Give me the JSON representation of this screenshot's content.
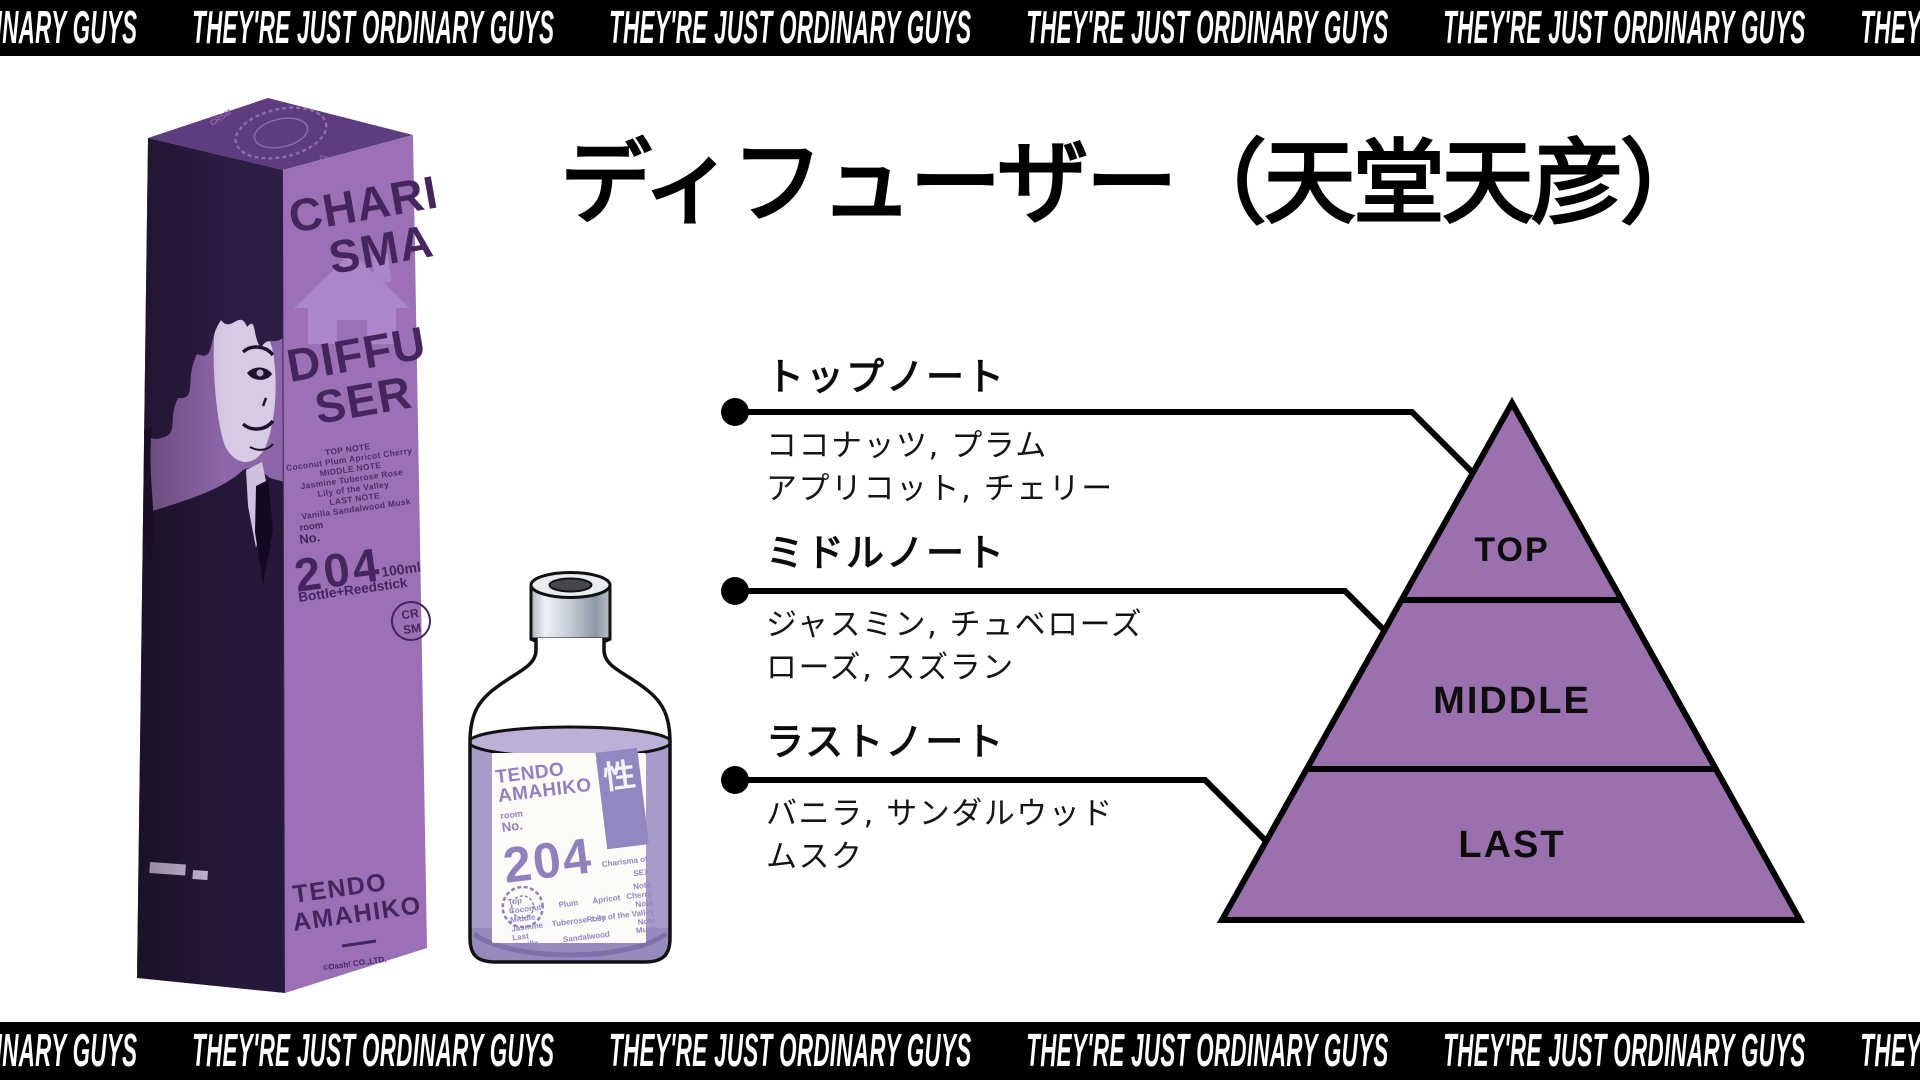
{
  "banner": {
    "text": "THEY'RE JUST ORDINARY GUYS"
  },
  "title": {
    "text": "ディフューザー（天堂天彦）"
  },
  "fragrance_notes": [
    {
      "heading": "トップノート",
      "line1": "ココナッツ, プラム",
      "line2": "アプリコット, チェリー",
      "pyramid_label": "TOP"
    },
    {
      "heading": "ミドルノート",
      "line1": "ジャスミン, チュベローズ",
      "line2": "ローズ, スズラン",
      "pyramid_label": "MIDDLE"
    },
    {
      "heading": "ラストノート",
      "line1": "バニラ, サンダルウッド",
      "line2": "ムスク",
      "pyramid_label": "LAST"
    }
  ],
  "pyramid": {
    "labels": [
      "TOP",
      "MIDDLE",
      "LAST"
    ],
    "fill_color": "#9b70af"
  },
  "box": {
    "top_owner": "TENDO AMAHIKO",
    "top_code": "CRSM",
    "brand_line1": "CHARI",
    "brand_line2": "SMA",
    "product_line1": "DIFFU",
    "product_line2": "SER",
    "note_lines": [
      "TOP NOTE",
      "Coconut Plum Apricot Cherry",
      "MIDDLE NOTE",
      "Jasmine Tuberose Rose",
      "Lily of the Valley",
      "LAST NOTE",
      "Vanilla Sandalwood Musk"
    ],
    "room_label": "room",
    "no_label": "No.",
    "room_number": "204",
    "volume": "100ml",
    "contents": "Bottle+Reedstick",
    "badge_line1": "CR",
    "badge_line2": "SM",
    "owner_line1": "TENDO",
    "owner_line2": "AMAHIKO",
    "copyright": "©Dash! CO.,LTD."
  },
  "bottle": {
    "label": {
      "owner_line1": "TENDO",
      "owner_line2": "AMAHIKO",
      "room_label": "room",
      "no_label": "No.",
      "room_number": "204",
      "kanji_badge": "性",
      "charisma_line1": "Charisma of",
      "charisma_line2": "SEX",
      "grid": {
        "r1_left": "Top",
        "r1_right": "Note",
        "r1b_left": "Coconut",
        "r1b_mid1": "Plum",
        "r1b_mid2": "Apricot",
        "r1b_right": "Cherry",
        "r2_left": "Middle",
        "r2_right": "Note",
        "r2b_left": "Jasmine",
        "r2b_mid1": "Tuberose",
        "r2b_mid2": "Rose",
        "r2b_mid3": "Lily of the Valley",
        "r3_left": "Last",
        "r3_right": "Note",
        "r3b_left": "Vanilla",
        "r3b_mid1": "Sandalwood",
        "r3b_right": "Musk"
      }
    }
  },
  "colors": {
    "accent_purple": "#9b70af",
    "box_face_purple": "#9c70b4",
    "dark_purple": "#44255e",
    "label_purple": "#8f82bc",
    "banner_bg": "#000000"
  }
}
